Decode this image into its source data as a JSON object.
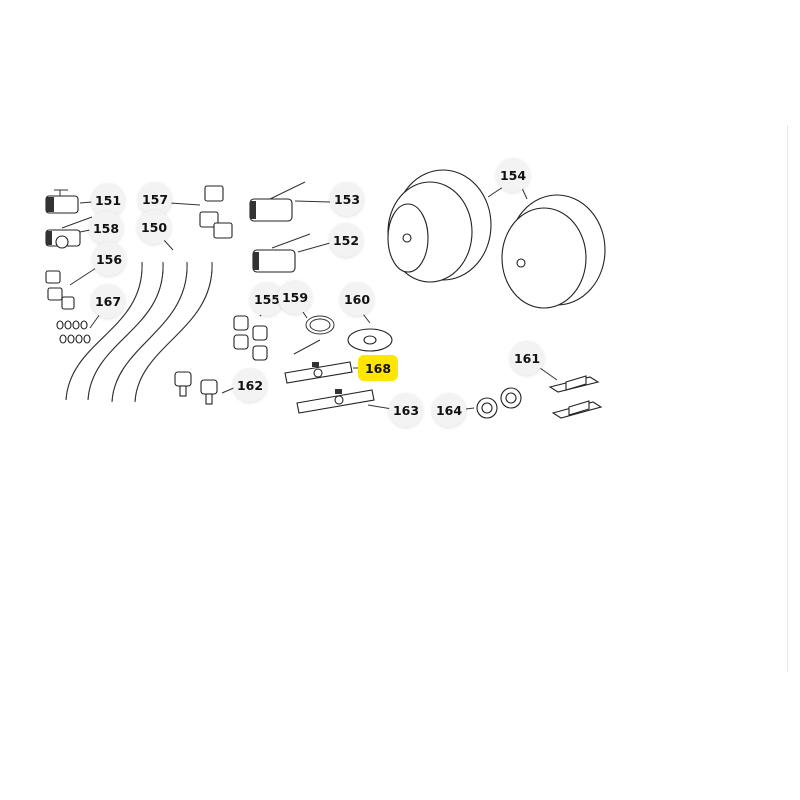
{
  "diagram": {
    "highlight_color": "#ffe600",
    "callouts": [
      {
        "id": "151",
        "label": "151"
      },
      {
        "id": "158",
        "label": "158"
      },
      {
        "id": "156",
        "label": "156"
      },
      {
        "id": "167",
        "label": "167"
      },
      {
        "id": "157",
        "label": "157"
      },
      {
        "id": "150",
        "label": "150"
      },
      {
        "id": "153",
        "label": "153"
      },
      {
        "id": "152",
        "label": "152"
      },
      {
        "id": "154",
        "label": "154"
      },
      {
        "id": "155",
        "label": "155"
      },
      {
        "id": "159",
        "label": "159"
      },
      {
        "id": "160",
        "label": "160"
      },
      {
        "id": "168",
        "label": "168",
        "highlighted": true
      },
      {
        "id": "162",
        "label": "162"
      },
      {
        "id": "163",
        "label": "163"
      },
      {
        "id": "164",
        "label": "164"
      },
      {
        "id": "161",
        "label": "161"
      }
    ]
  }
}
